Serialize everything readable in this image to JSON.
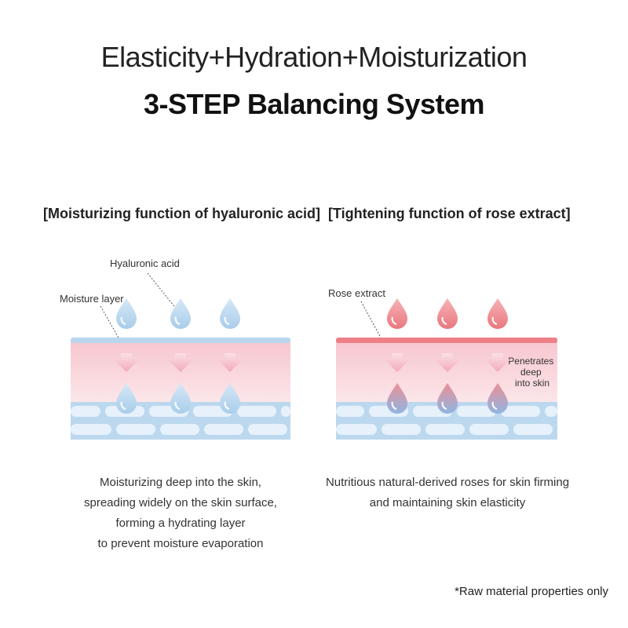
{
  "header": {
    "title_line1": "Elasticity+Hydration+Moisturization",
    "title_line2": "3-STEP Balancing System"
  },
  "left_panel": {
    "heading": "[Moisturizing function of hyaluronic acid]",
    "label_hyaluronic": "Hyaluronic acid",
    "label_moisture": "Moisture layer",
    "caption": [
      "Moisturizing deep into the skin,",
      "spreading widely on the skin surface,",
      "forming a hydrating layer",
      "to prevent moisture evaporation"
    ],
    "drop_color": "#bcd9ef",
    "layer_color": "#b9d6ee"
  },
  "right_panel": {
    "heading": "[Tightening function of rose extract]",
    "label_rose": "Rose extract",
    "label_penetrates": [
      "Penetrates",
      "deep",
      "into skin"
    ],
    "caption": [
      "Nutritious natural-derived roses for skin firming",
      "and maintaining skin elasticity"
    ],
    "drop_color": "#ee8f93",
    "layer_color": "#ee7f86"
  },
  "footnote": "*Raw material properties only",
  "colors": {
    "skin_pink": "#f9dde1",
    "arrow_pink": "#f3b3c0",
    "cell_blue": "#cfe4f6",
    "cell_bg": "#bcd8ef"
  }
}
